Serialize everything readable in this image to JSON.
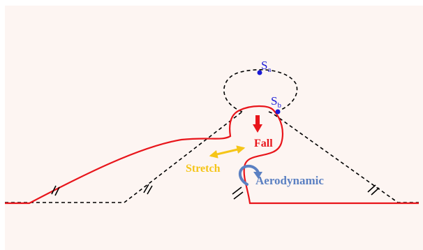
{
  "points": {
    "a": {
      "letter": "S",
      "subscript": "a"
    },
    "b": {
      "letter": "S",
      "subscript": "b"
    }
  },
  "annotations": {
    "fall": "Fall",
    "stretch": "Stretch",
    "aerodynamic": "Aerodynamic"
  },
  "colors": {
    "background": "#fdf5f2",
    "deformed_curve": "#e8151b",
    "reference_curve": "#000000",
    "point_marker": "#1a1ad6",
    "fall_arrow": "#e8151b",
    "stretch_arrow": "#f5c518",
    "aerodynamic_arrow": "#5b80c2"
  },
  "icons": {
    "fall": "arrow-down-icon",
    "stretch": "double-headed-arrow-icon",
    "aerodynamic": "curved-arrow-icon",
    "break_marks": "double-slash-break-icon"
  }
}
